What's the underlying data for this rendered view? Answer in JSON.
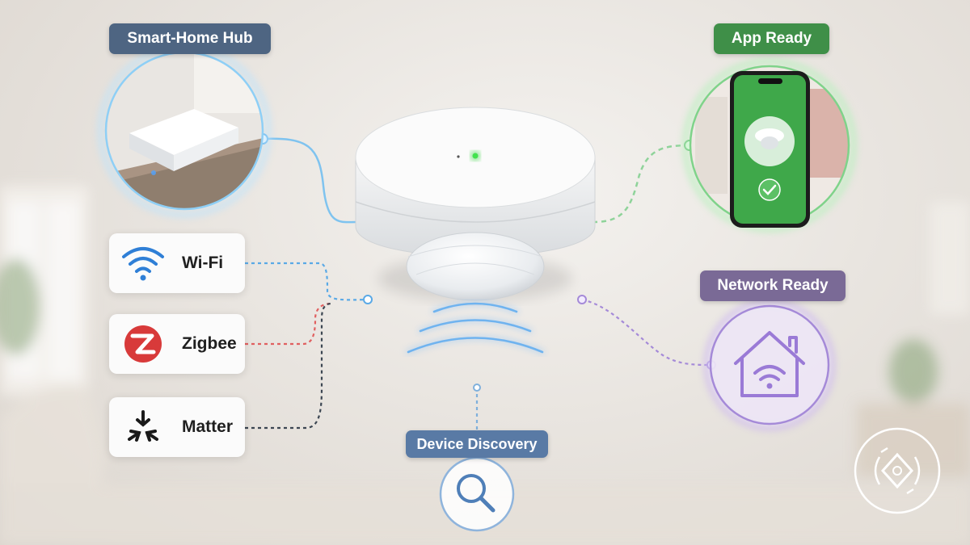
{
  "labels": {
    "hub": "Smart-Home Hub",
    "app": "App Ready",
    "network": "Network Ready",
    "discovery": "Device Discovery"
  },
  "protocols": [
    {
      "name": "Wi-Fi",
      "icon": "wifi-icon",
      "color": "#2f7fd6"
    },
    {
      "name": "Zigbee",
      "icon": "zigbee-logo-icon",
      "color": "#d83a3a"
    },
    {
      "name": "Matter",
      "icon": "matter-logo-icon",
      "color": "#1a1a1a"
    }
  ],
  "colors": {
    "hub_tag": "#4e6582",
    "app_tag": "#3f8f48",
    "network_tag": "#7a6a96",
    "discovery_tag": "#597aa5",
    "wifi_line": "#5aa9e6",
    "zigbee_line": "#e06060",
    "matter_line": "#3c4652",
    "app_green": "#3fa84a",
    "network_purple": "#9a7ad6"
  },
  "icons": {
    "sensor": "motion-sensor-icon",
    "phone": "smartphone-icon",
    "check": "check-icon",
    "house": "house-wifi-icon",
    "search": "magnifier-icon",
    "brand": "diamond-signal-logo-icon"
  }
}
